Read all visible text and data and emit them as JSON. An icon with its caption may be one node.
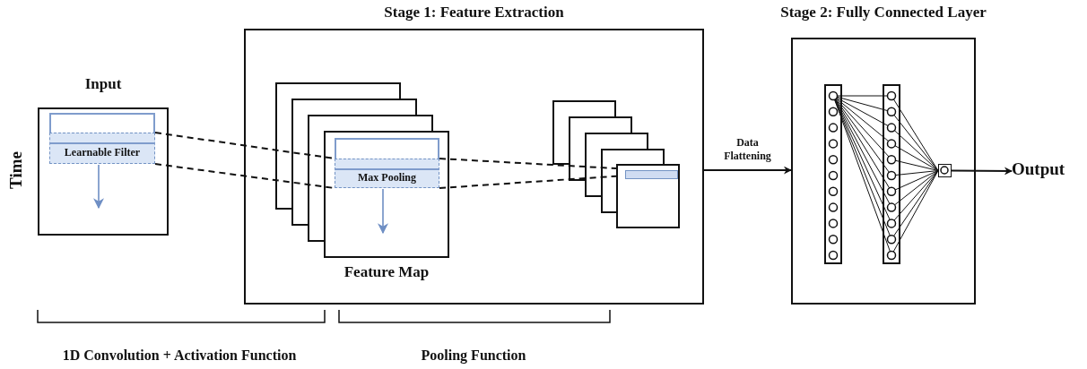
{
  "diagram": {
    "nodes": [
      {
        "text": [
          "Input"
        ]
      },
      {
        "text": [],
        "shape": "box",
        "in": 0
      },
      {
        "text": [
          "Learnable Filter"
        ],
        "in": 0
      },
      {
        "text": [
          "Stage 1: Feature Extraction"
        ]
      },
      {
        "text": [
          "Feature Map"
        ],
        "in": 3
      },
      {
        "text": [],
        "shape": "box",
        "in": 4
      },
      {
        "text": [
          "Max Pooling"
        ],
        "in": 4
      },
      {
        "text": [],
        "shape": "box",
        "in": 3
      },
      {
        "text": [
          "Stage 2: Fully Connected Layer"
        ]
      },
      {
        "text": [],
        "shape": "circle",
        "in": 8
      },
      {
        "text": [
          "Output"
        ]
      }
    ],
    "edges": [
      {
        "from": 2,
        "to": 6,
        "arrow": "none",
        "style": "dashed"
      },
      {
        "from": 2,
        "to": 6,
        "arrow": "none",
        "style": "dashed"
      },
      {
        "from": 6,
        "to": 7,
        "arrow": "none",
        "style": "dashed"
      },
      {
        "from": 6,
        "to": 7,
        "arrow": "none",
        "style": "dashed"
      },
      {
        "from": 3,
        "to": 8,
        "arrow": "to",
        "label": "Data Flattening"
      },
      {
        "from": 9,
        "to": 10,
        "arrow": "to"
      }
    ],
    "labels": [
      "Time",
      "1D Convolution + Activation Function",
      "Pooling Function"
    ]
  }
}
